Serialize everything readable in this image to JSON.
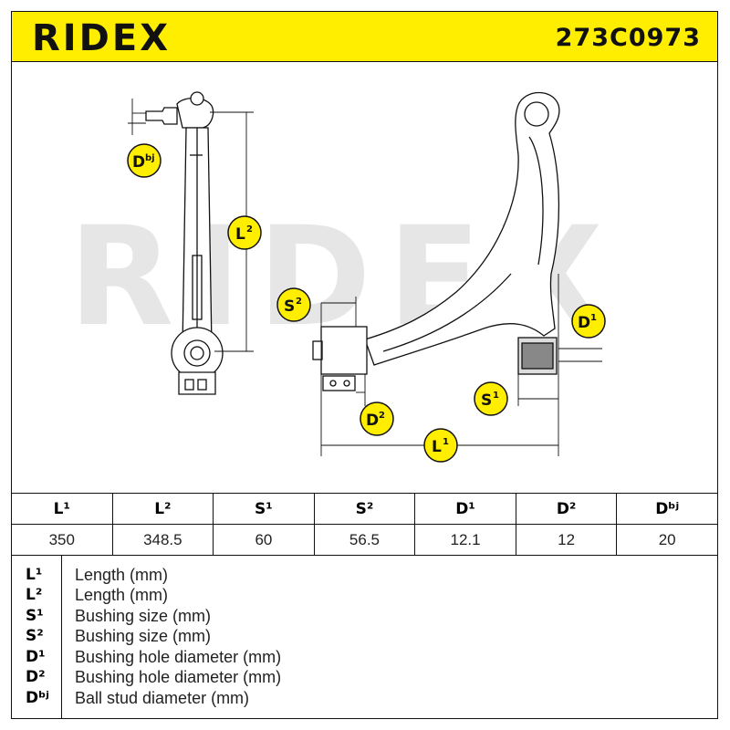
{
  "header": {
    "brand": "RIDEX",
    "part_number": "273C0973",
    "accent_color": "#ffee00"
  },
  "watermark": "RIDEX",
  "callouts": {
    "dbj": {
      "base": "D",
      "sup": "bj"
    },
    "l2": {
      "base": "L",
      "sup": "2"
    },
    "s2": {
      "base": "S",
      "sup": "2"
    },
    "d1": {
      "base": "D",
      "sup": "1"
    },
    "s1": {
      "base": "S",
      "sup": "1"
    },
    "d2": {
      "base": "D",
      "sup": "2"
    },
    "l1": {
      "base": "L",
      "sup": "1"
    }
  },
  "spec_table": {
    "headers": [
      "L¹",
      "L²",
      "S¹",
      "S²",
      "D¹",
      "D²",
      "Dᵇʲ"
    ],
    "values": [
      "350",
      "348.5",
      "60",
      "56.5",
      "12.1",
      "12",
      "20"
    ]
  },
  "legend": [
    {
      "code": "L¹",
      "text": "Length (mm)"
    },
    {
      "code": "L²",
      "text": "Length (mm)"
    },
    {
      "code": "S¹",
      "text": "Bushing size (mm)"
    },
    {
      "code": "S²",
      "text": "Bushing size (mm)"
    },
    {
      "code": "D¹",
      "text": "Bushing hole diameter (mm)"
    },
    {
      "code": "D²",
      "text": "Bushing hole diameter (mm)"
    },
    {
      "code": "Dᵇʲ",
      "text": "Ball stud diameter (mm)"
    }
  ]
}
